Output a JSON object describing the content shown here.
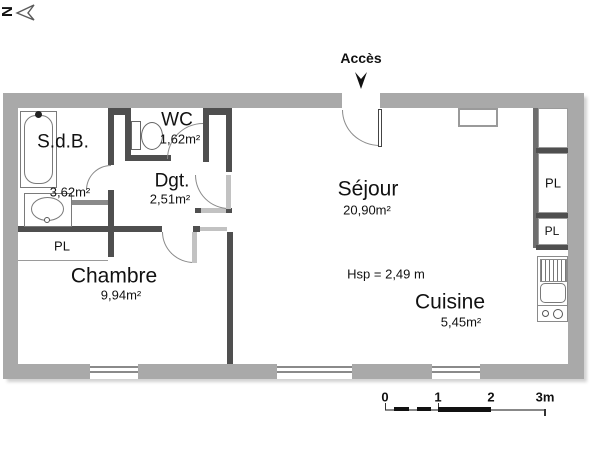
{
  "north": {
    "letter": "N"
  },
  "entrance": {
    "label": "Accès"
  },
  "rooms": {
    "sdb": {
      "name": "S.d.B.",
      "area": "3,62m²"
    },
    "wc": {
      "name": "WC",
      "area": "1,62m²"
    },
    "dgt": {
      "name": "Dgt.",
      "area": "2,51m²"
    },
    "sejour": {
      "name": "Séjour",
      "area": "20,90m²"
    },
    "chambre": {
      "name": "Chambre",
      "area": "9,94m²"
    },
    "cuisine": {
      "name": "Cuisine",
      "area": "5,45m²"
    }
  },
  "closets": {
    "chambre": "PL",
    "hall_upper": "PL",
    "hall_lower": "PL"
  },
  "ceiling": {
    "label": "Hsp = 2,49 m"
  },
  "scale_bar": {
    "labels": [
      "0",
      "1",
      "2",
      "3m"
    ]
  },
  "colors": {
    "exterior_wall": "#a9a9a9",
    "interior_wall": "#4f4f4f",
    "partition": "#c2c2c2",
    "outline": "#7a7a7a",
    "text": "#111111"
  }
}
